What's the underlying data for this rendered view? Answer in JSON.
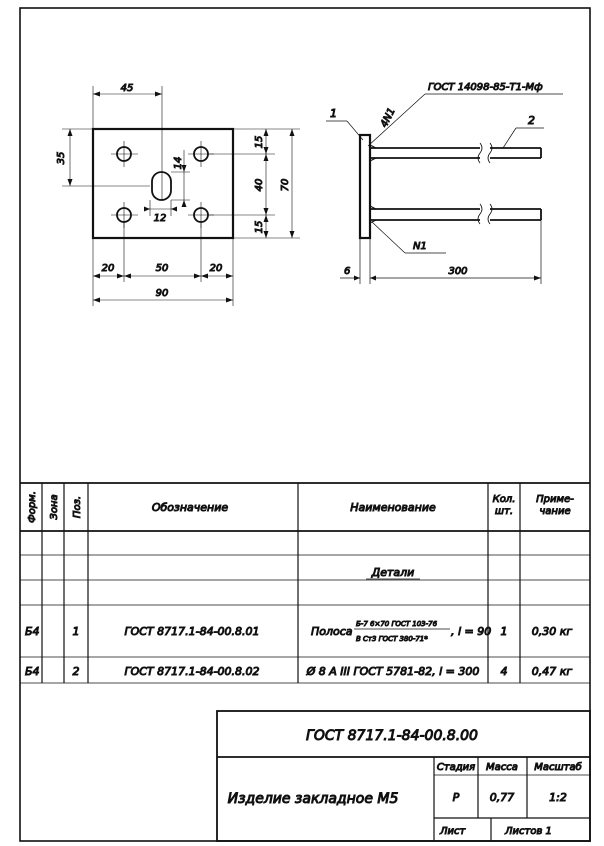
{
  "drawing": {
    "plate_dims": {
      "top_width": "45",
      "left_height": "35",
      "right_top": "15",
      "right_mid": "40",
      "right_overall": "70",
      "right_bottom": "15",
      "slot_h": "14",
      "slot_w": "12",
      "bottom_left": "20",
      "bottom_mid": "50",
      "bottom_right": "20",
      "overall_width": "90"
    },
    "side_view": {
      "gost_label": "ГОСТ 14098-85-Т1-Мф",
      "weld_top": "4N1",
      "weld_bottom": "N1",
      "callout_1": "1",
      "callout_2": "2",
      "thickness": "6",
      "length": "300"
    }
  },
  "spec_table": {
    "headers": {
      "format": "Форм.",
      "zone": "Зона",
      "pos": "Поз.",
      "designation": "Обозначение",
      "name": "Наименование",
      "qty": "Кол. шт.",
      "note": "Приме- чание"
    },
    "section_title": "Детали",
    "rows": [
      {
        "format": "Б4",
        "pos": "1",
        "designation": "ГОСТ 8717.1-84-00.8.01",
        "name_prefix": "Полоса",
        "name_num": "Б-7 6×70 ГОСТ 103-76",
        "name_den": "В Ст3   ГОСТ 380-71*",
        "name_suffix": ", l = 90",
        "qty": "1",
        "note": "0,30 кг"
      },
      {
        "format": "Б4",
        "pos": "2",
        "designation": "ГОСТ 8717.1-84-00.8.02",
        "name": "Ø 8 А III  ГОСТ 5781-82, l = 300",
        "qty": "4",
        "note": "0,47 кг"
      }
    ]
  },
  "title_block": {
    "document_code": "ГОСТ 8717.1-84-00.8.00",
    "product_name": "Изделие закладное М5",
    "stage_label": "Стадия",
    "mass_label": "Масса",
    "scale_label": "Масштаб",
    "stage_value": "Р",
    "mass_value": "0,77",
    "scale_value": "1:2",
    "sheet_label": "Лист",
    "sheets_label": "Листов 1"
  }
}
